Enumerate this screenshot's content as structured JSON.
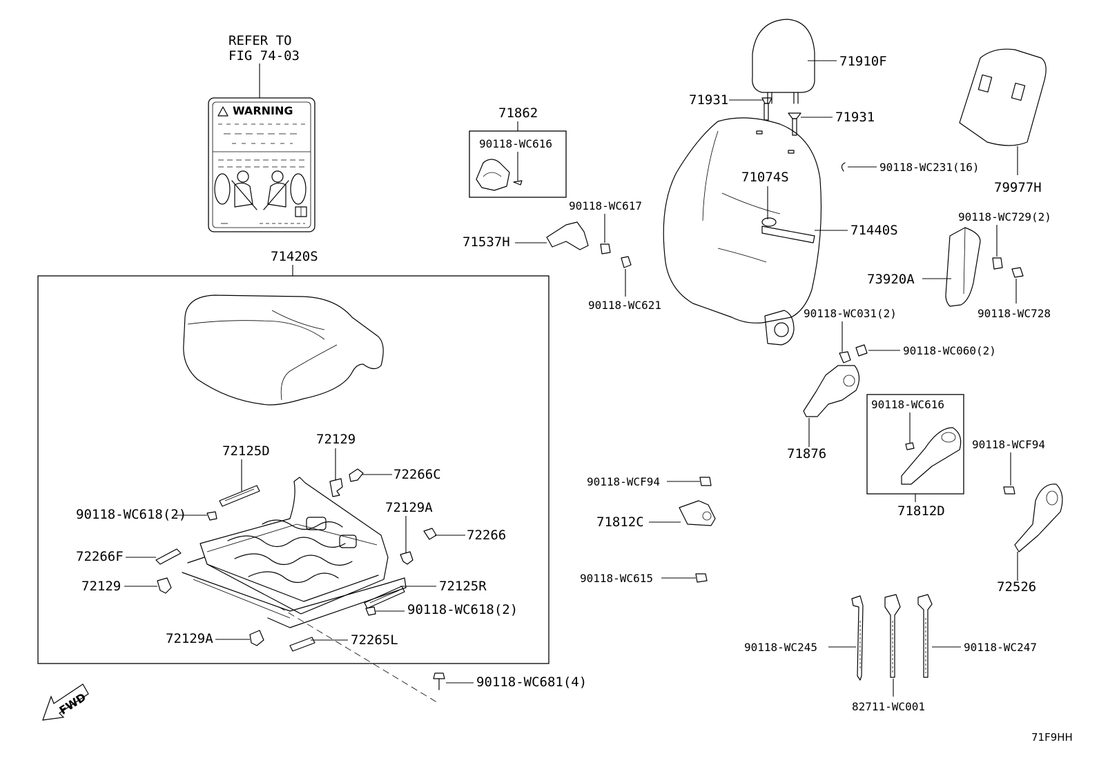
{
  "diagram_code": "71F9HH",
  "warning_label": {
    "refer_line1": "REFER TO",
    "refer_line2": "FIG 74-03",
    "title": "WARNING"
  },
  "fwd_arrow": "FWD",
  "parts": {
    "p71420S": "71420S",
    "p71862": "71862",
    "p90118_WC616_a": "90118-WC616",
    "p90118_WC617": "90118-WC617",
    "p71537H": "71537H",
    "p90118_WC621": "90118-WC621",
    "p71931_a": "71931",
    "p71931_b": "71931",
    "p71910F": "71910F",
    "p90118_WC231": "90118-WC231(16)",
    "p71074S": "71074S",
    "p71440S": "71440S",
    "p79977H": "79977H",
    "p90118_WC729": "90118-WC729(2)",
    "p73920A": "73920A",
    "p90118_WC728": "90118-WC728",
    "p90118_WC031": "90118-WC031(2)",
    "p90118_WC060": "90118-WC060(2)",
    "p71876": "71876",
    "p90118_WC616_b": "90118-WC616",
    "p71812D": "71812D",
    "p90118_WCF94_a": "90118-WCF94",
    "p90118_WCF94_b": "90118-WCF94",
    "p72526": "72526",
    "p71812C": "71812C",
    "p90118_WC615": "90118-WC615",
    "p90118_WC245": "90118-WC245",
    "p90118_WC247": "90118-WC247",
    "p82711_WC001": "82711-WC001",
    "p72125D": "72125D",
    "p72129_a": "72129",
    "p72266C": "72266C",
    "p90118_WC618_a": "90118-WC618(2)",
    "p72129A_a": "72129A",
    "p72266": "72266",
    "p72266F": "72266F",
    "p72129_b": "72129",
    "p72125R": "72125R",
    "p90118_WC618_b": "90118-WC618(2)",
    "p72129A_b": "72129A",
    "p72265L": "72265L",
    "p90118_WC681": "90118-WC681(4)"
  }
}
